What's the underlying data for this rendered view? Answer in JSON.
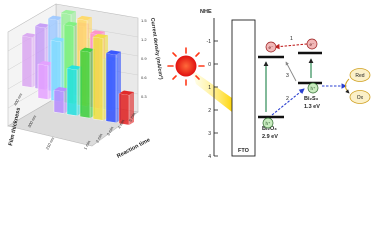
{
  "chart3d": {
    "x_axis_label": "Reaction time",
    "y_axis_label": "Film thickness",
    "z_axis_label": "Current density (mA/cm²)",
    "x_ticks": [
      "1 min",
      "2 min",
      "3 min",
      "4 min",
      "5 min"
    ],
    "y_ticks": [
      "400 nm",
      "300 nm",
      "210 nm"
    ],
    "z_ticks": [
      "1.5",
      "1.2",
      "0.9",
      "0.6",
      "0.3"
    ]
  },
  "energy": {
    "axis_label": "NHE",
    "axis_ticks": [
      "-1",
      "0",
      "1",
      "2",
      "3",
      "4"
    ],
    "fto_label": "FTO",
    "bi2o3_name": "Bi₂O₃",
    "bi2o3_gap": "2.9 eV",
    "bi2s3_name": "Bi₂S₃",
    "bi2s3_gap": "1.3 eV",
    "electron_symbol": "e⁻",
    "hole_symbol": "h⁺",
    "step_labels": [
      "1",
      "2",
      "3"
    ],
    "redox_red": "Red",
    "redox_ox": "Ox"
  },
  "colors": {
    "electron": "#b22222",
    "hole": "#2e8b57",
    "sun": "#ff3a1a",
    "arrow_dashed": "#2a3fd0"
  }
}
